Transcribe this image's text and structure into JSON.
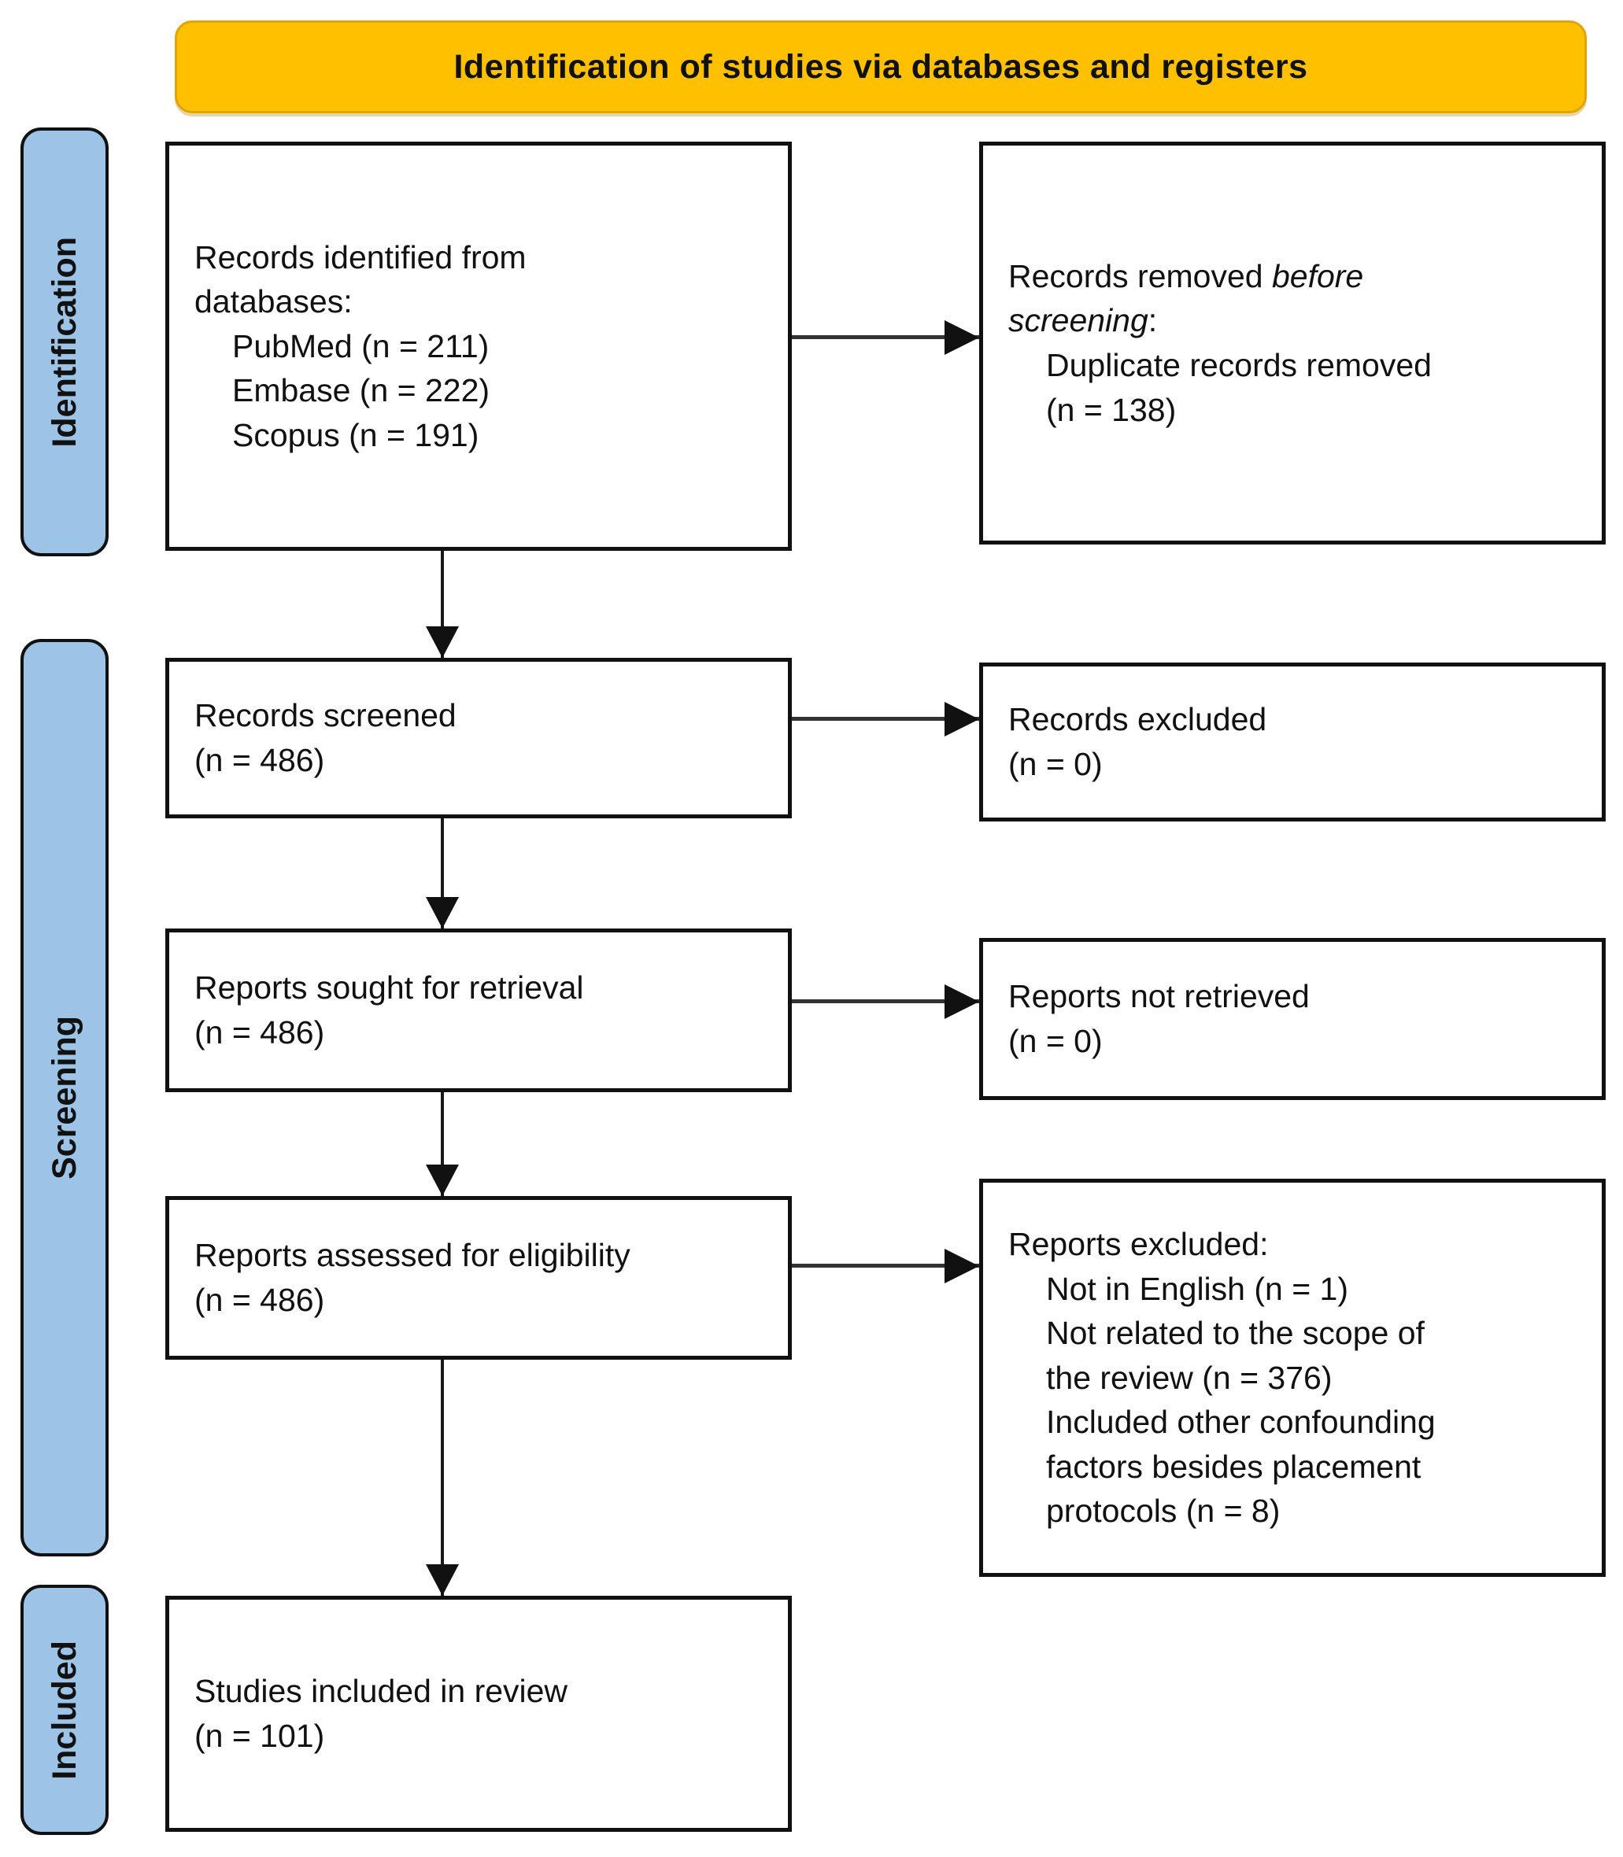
{
  "colors": {
    "banner_fill": "#FFC000",
    "banner_border": "#E2A400",
    "sidebar_fill": "#9DC3E6",
    "box_border": "#111111",
    "arrow": "#1A1A1A"
  },
  "banner": {
    "title": "Identification of studies via databases and registers"
  },
  "sidebar": {
    "stages": [
      "Identification",
      "Screening",
      "Included"
    ]
  },
  "flow": {
    "identification": {
      "records_identified": {
        "heading": "Records identified from\ndatabases:",
        "items": [
          "PubMed (n = 211)",
          "Embase (n = 222)",
          "Scopus (n = 191)"
        ]
      },
      "records_removed": {
        "text_prefix": "Records removed ",
        "text_italic": "before\nscreening",
        "text_suffix": ":",
        "items": [
          "Duplicate records removed\n(n = 138)"
        ]
      }
    },
    "screening": {
      "records_screened": {
        "heading": "Records screened\n(n = 486)"
      },
      "records_excluded": {
        "heading": "Records excluded\n(n = 0)"
      },
      "reports_sought": {
        "heading": "Reports sought for retrieval\n(n = 486)"
      },
      "reports_not_retrieved": {
        "heading": "Reports not retrieved\n(n = 0)"
      },
      "reports_assessed": {
        "heading": "Reports assessed for eligibility\n(n = 486)"
      },
      "reports_excluded": {
        "heading": "Reports excluded:",
        "items": [
          "Not in English (n = 1)",
          "Not related to the scope of\nthe review (n = 376)",
          "Included other confounding\nfactors besides placement\nprotocols (n = 8)"
        ]
      }
    },
    "included": {
      "studies_included": {
        "heading": "Studies included in review\n(n = 101)"
      }
    }
  }
}
